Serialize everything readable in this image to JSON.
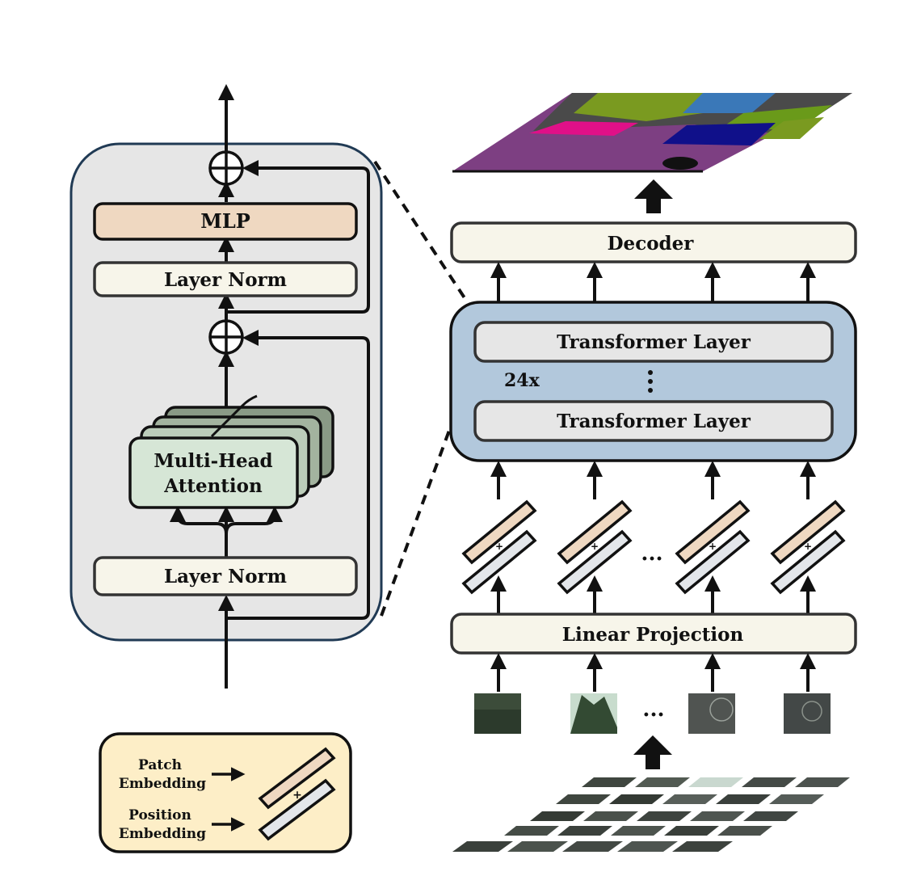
{
  "encoder_block": {
    "mlp_label": "MLP",
    "layer_norm_top_label": "Layer Norm",
    "attention_label_line1": "Multi-Head",
    "attention_label_line2": "Attention",
    "layer_norm_bottom_label": "Layer Norm"
  },
  "pipeline": {
    "decoder_label": "Decoder",
    "transformer_layer_top_label": "Transformer Layer",
    "repeat_label": "24x",
    "transformer_layer_bottom_label": "Transformer Layer",
    "linear_projection_label": "Linear Projection",
    "ellipsis": "..."
  },
  "legend": {
    "patch_line1": "Patch",
    "patch_line2": "Embedding",
    "position_line1": "Position",
    "position_line2": "Embedding",
    "plus": "+"
  },
  "colors": {
    "panel_bg": "#e6e6e6",
    "panel_border": "#203a54",
    "mlp_fill": "#efd8c1",
    "box_fill": "#f7f5ea",
    "attention_fill": "#d6e6d6",
    "attention_back": "#8a9a86",
    "transformer_panel": "#b2c8dc",
    "legend_fill": "#fdeec7",
    "patch_embed_fill": "#efd8c1",
    "position_embed_fill": "#e3e6ea"
  }
}
